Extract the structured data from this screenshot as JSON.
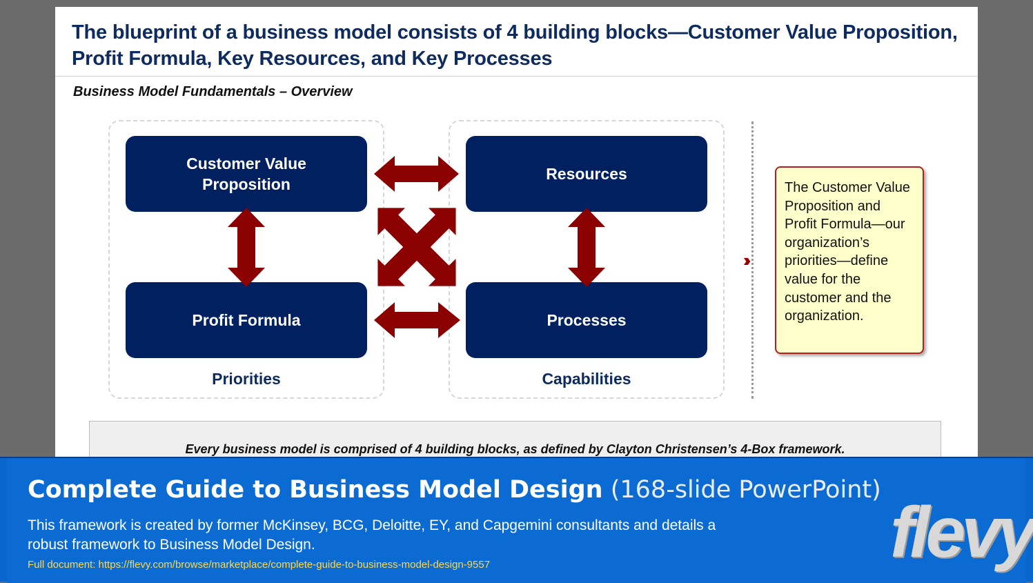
{
  "slide": {
    "title": "The blueprint of a business model consists of 4 building blocks—Customer Value Proposition, Profit Formula, Key Resources, and Key Processes",
    "subtitle": "Business Model Fundamentals – Overview",
    "blocks": {
      "customer_value_line1": "Customer Value",
      "customer_value_line2": "Proposition",
      "resources": "Resources",
      "profit_formula": "Profit Formula",
      "processes": "Processes"
    },
    "group_labels": {
      "priorities": "Priorities",
      "capabilities": "Capabilities"
    },
    "callout": "The Customer Value Proposition and Profit Formula—our organization’s priorities—define value for the customer and the organization.",
    "bottom_note": "Every business model is comprised of 4 building blocks, as defined by Clayton Christensen’s 4-Box framework.",
    "colors": {
      "block": "#002060",
      "arrow": "#8b0000",
      "callout_bg": "#ffffcc"
    }
  },
  "banner": {
    "title_bold": "Complete Guide to Business Model Design",
    "title_light": "(168-slide PowerPoint)",
    "description": "This framework is created by former McKinsey, BCG, Deloitte, EY, and Capgemini consultants and details a robust framework to Business Model Design.",
    "link": "Full document: https://flevy.com/browse/marketplace/complete-guide-to-business-model-design-9557",
    "logo": "flevy"
  }
}
